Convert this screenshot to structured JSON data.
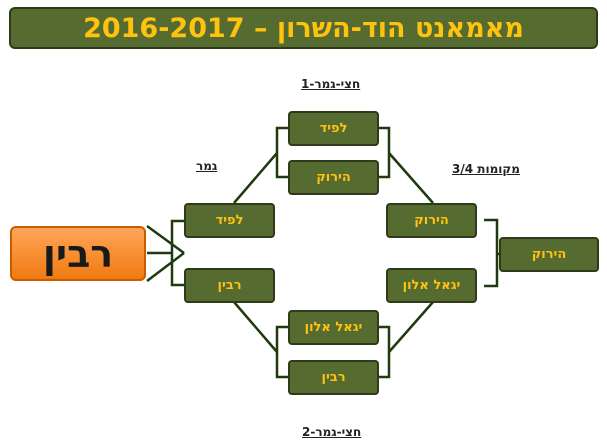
{
  "title": "מאמאנט הוד-השרון – 2016-2017",
  "labels": {
    "semi1": "חצי-גמר-1",
    "semi2": "חצי-גמר-2",
    "final": "גמר",
    "third_place": "מקומות 3/4"
  },
  "champion": "רבין",
  "semi1": {
    "team1": "לפיד",
    "team2": "הירוק"
  },
  "semi2": {
    "team1": "יגאל אלון",
    "team2": "רבין"
  },
  "final": {
    "team1": "לפיד",
    "team2": "רבין"
  },
  "third_place": {
    "team1": "הירוק",
    "team2": "יגאל אלון",
    "winner": "הירוק"
  },
  "colors": {
    "box_fill": "#556b2f",
    "box_text": "#ffc20e",
    "champion_fill": "#f58a1f",
    "line": "#1f3a0f"
  }
}
